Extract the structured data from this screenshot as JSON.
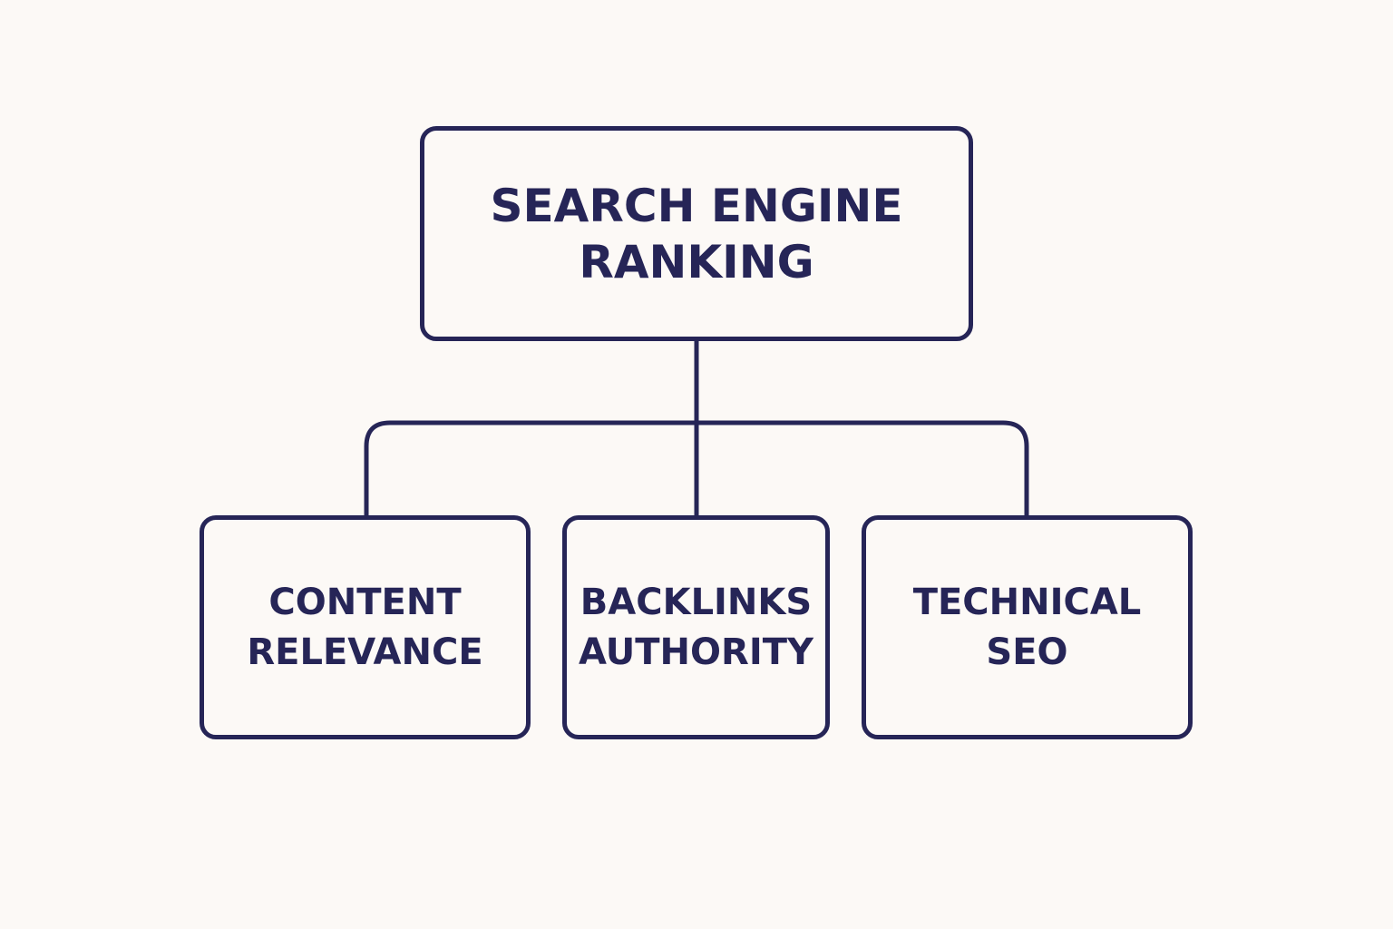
{
  "diagram": {
    "root": {
      "lines": [
        "SEARCH ENGINE",
        "RANKING"
      ]
    },
    "children": [
      {
        "lines": [
          "CONTENT",
          "RELEVANCE"
        ]
      },
      {
        "lines": [
          "BACKLINKS",
          "AUTHORITY"
        ]
      },
      {
        "lines": [
          "TECHNICAL",
          "SEO"
        ]
      }
    ],
    "colors": {
      "stroke": "#262557",
      "text": "#262557",
      "background": "#fcf9f6"
    }
  }
}
